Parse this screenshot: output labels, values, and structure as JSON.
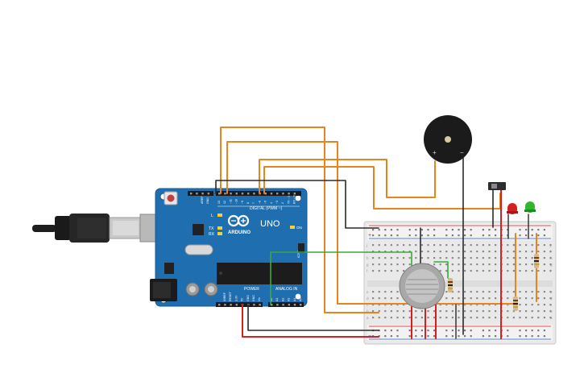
{
  "arduino": {
    "brand": "ARDUINO",
    "model": "UNO",
    "digital_label": "DIGITAL (PWM ~)",
    "power_label": "POWER",
    "analog_label": "ANALOG IN",
    "tx_label": "TX",
    "rx_label": "RX",
    "l_label": "L",
    "on_label": "ON",
    "icsp_label": "ICSP",
    "digital_pins": [
      "AREF",
      "GND",
      "13",
      "12",
      "~11",
      "~10",
      "~9",
      "8",
      "7",
      "~6",
      "~5",
      "4",
      "~3",
      "2",
      "TX→1",
      "RX←0"
    ],
    "power_pins": [
      "IOREF",
      "RESET",
      "3.3V",
      "5V",
      "GND",
      "GND",
      "Vin"
    ],
    "analog_pins": [
      "A0",
      "A1",
      "A2",
      "A3",
      "A4",
      "A5"
    ]
  },
  "buzzer": {
    "plus_label": "+",
    "minus_label": "−"
  },
  "breadboard": {
    "row_letters_top": [
      "j",
      "i",
      "h",
      "g",
      "f"
    ],
    "row_letters_bottom": [
      "e",
      "d",
      "c",
      "b",
      "a"
    ],
    "rail_plus": "+",
    "rail_minus": "−"
  },
  "colors": {
    "board": "#1f6fb0",
    "wire_orange": "#e8841c",
    "wire_black": "#2a2a2a",
    "wire_red": "#d62020",
    "wire_green": "#3aaa3a",
    "led_red": "#d42020",
    "led_green": "#2fb82f"
  },
  "icons": [
    "usb-cable-icon",
    "piezo-buzzer-icon",
    "gas-sensor-icon",
    "slide-switch-icon",
    "led-icon",
    "resistor-icon"
  ]
}
